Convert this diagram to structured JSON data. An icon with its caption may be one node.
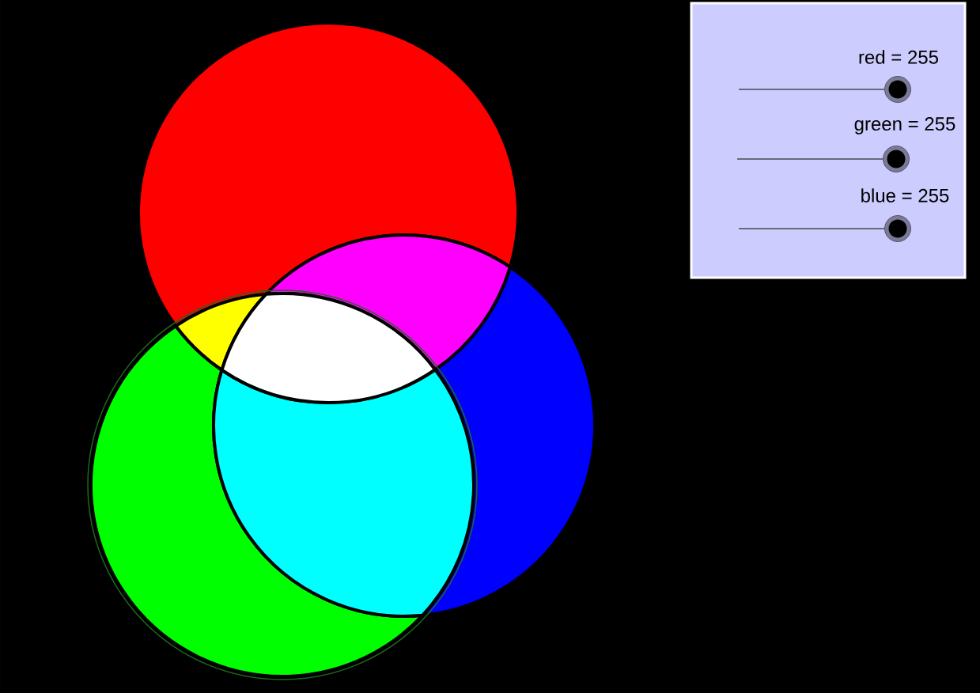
{
  "diagram": {
    "labels": [
      "red = 255",
      "green = 255",
      "blue = 255"
    ]
  }
}
